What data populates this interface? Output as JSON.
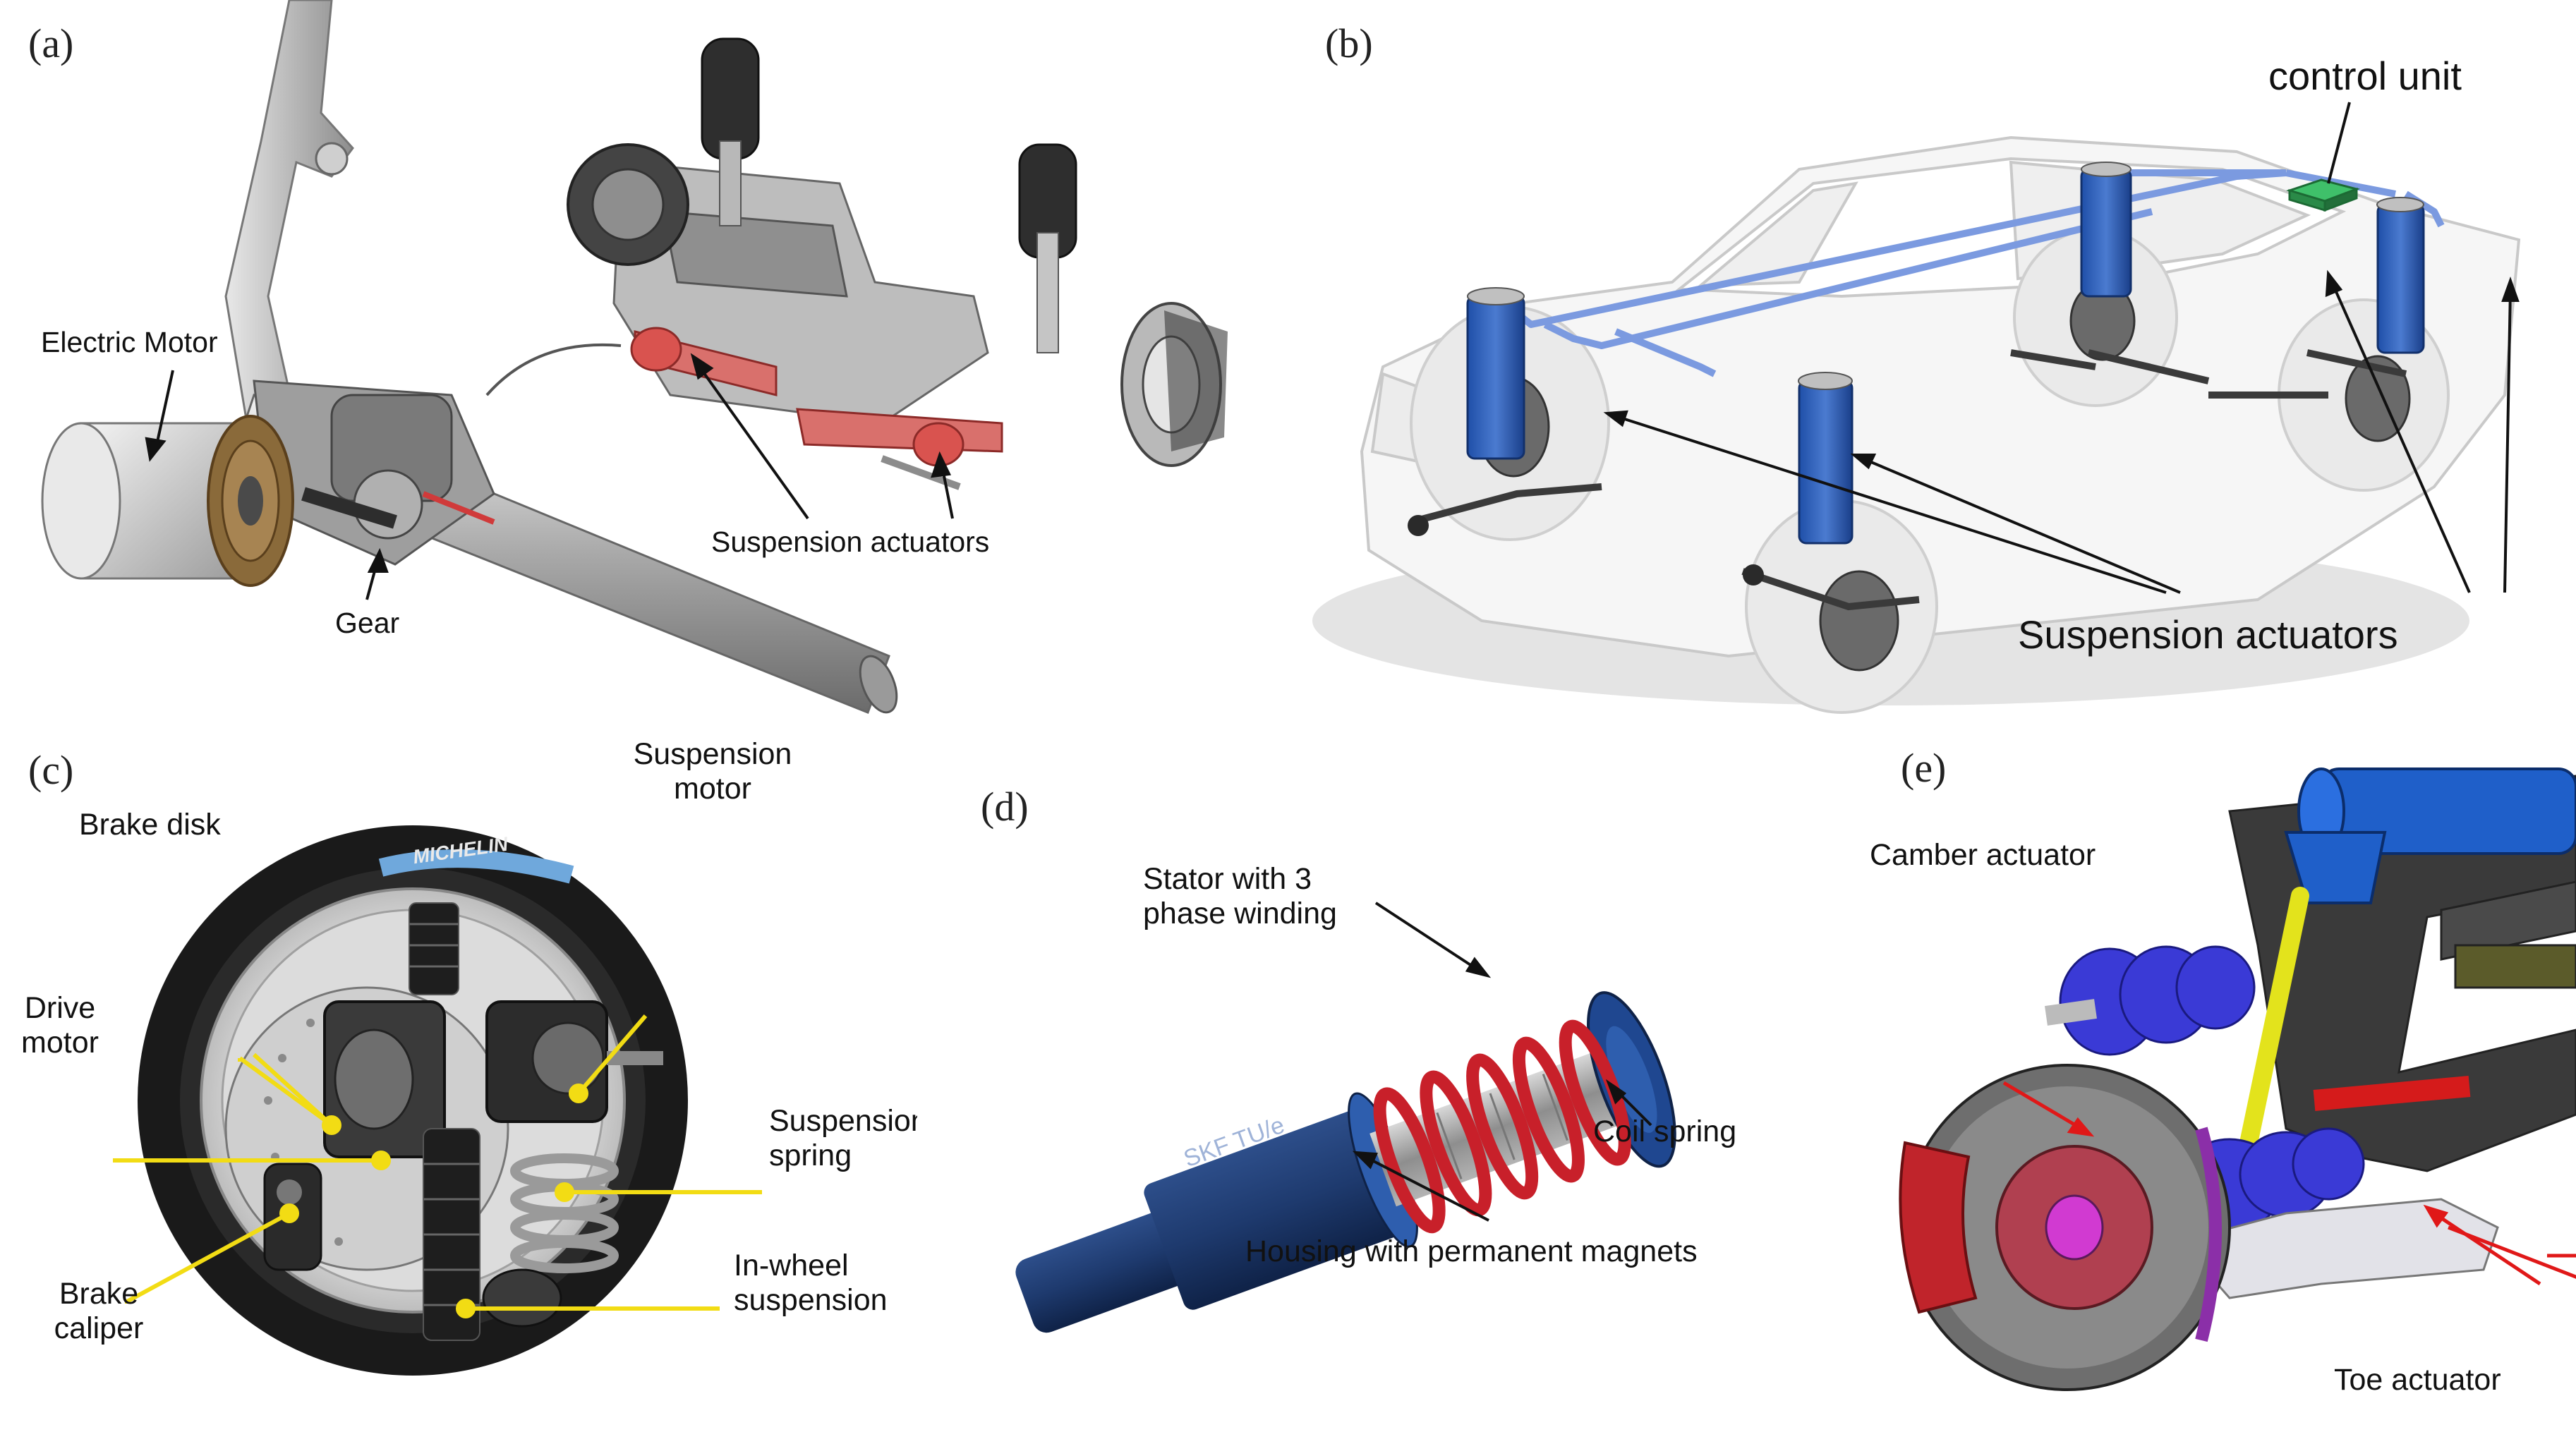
{
  "panels": {
    "a": {
      "letter": "(a)",
      "labels": {
        "electric_motor": "Electric Motor",
        "gear": "Gear",
        "suspension_actuators": "Suspension actuators"
      }
    },
    "b": {
      "letter": "(b)",
      "labels": {
        "control_unit": "control unit",
        "suspension_actuators": "Suspension actuators"
      }
    },
    "c": {
      "letter": "(c)",
      "tire_brand": "MICHELIN",
      "labels": {
        "brake_disk": "Brake disk",
        "suspension_motor_1": "Suspension",
        "suspension_motor_2": "motor",
        "drive_motor_1": "Drive",
        "drive_motor_2": "motor",
        "suspension_spring_1": "Suspension",
        "suspension_spring_2": "spring",
        "brake_caliper_1": "Brake",
        "brake_caliper_2": "caliper",
        "inwheel_suspension_1": "In-wheel",
        "inwheel_suspension_2": "suspension"
      }
    },
    "d": {
      "letter": "(d)",
      "housing_marking": "SKF TU/e",
      "labels": {
        "stator_1": "Stator with 3",
        "stator_2": "phase winding",
        "coil_spring": "Coil spring",
        "housing": "Housing with permanent magnets"
      }
    },
    "e": {
      "letter": "(e)",
      "labels": {
        "camber_actuator": "Camber actuator",
        "toe_actuator": "Toe actuator"
      }
    }
  },
  "colors": {
    "leader_black": "#111111",
    "leader_yellow": "#f2dc14",
    "leader_red": "#e01818",
    "actuator_blue": "#2f5fb8",
    "actuator_red": "#d9534f",
    "spring_red": "#c8202a",
    "housing_blue": "#1e3a6e",
    "control_unit_green": "#2fa84f",
    "rotor_red": "#c0242b"
  }
}
